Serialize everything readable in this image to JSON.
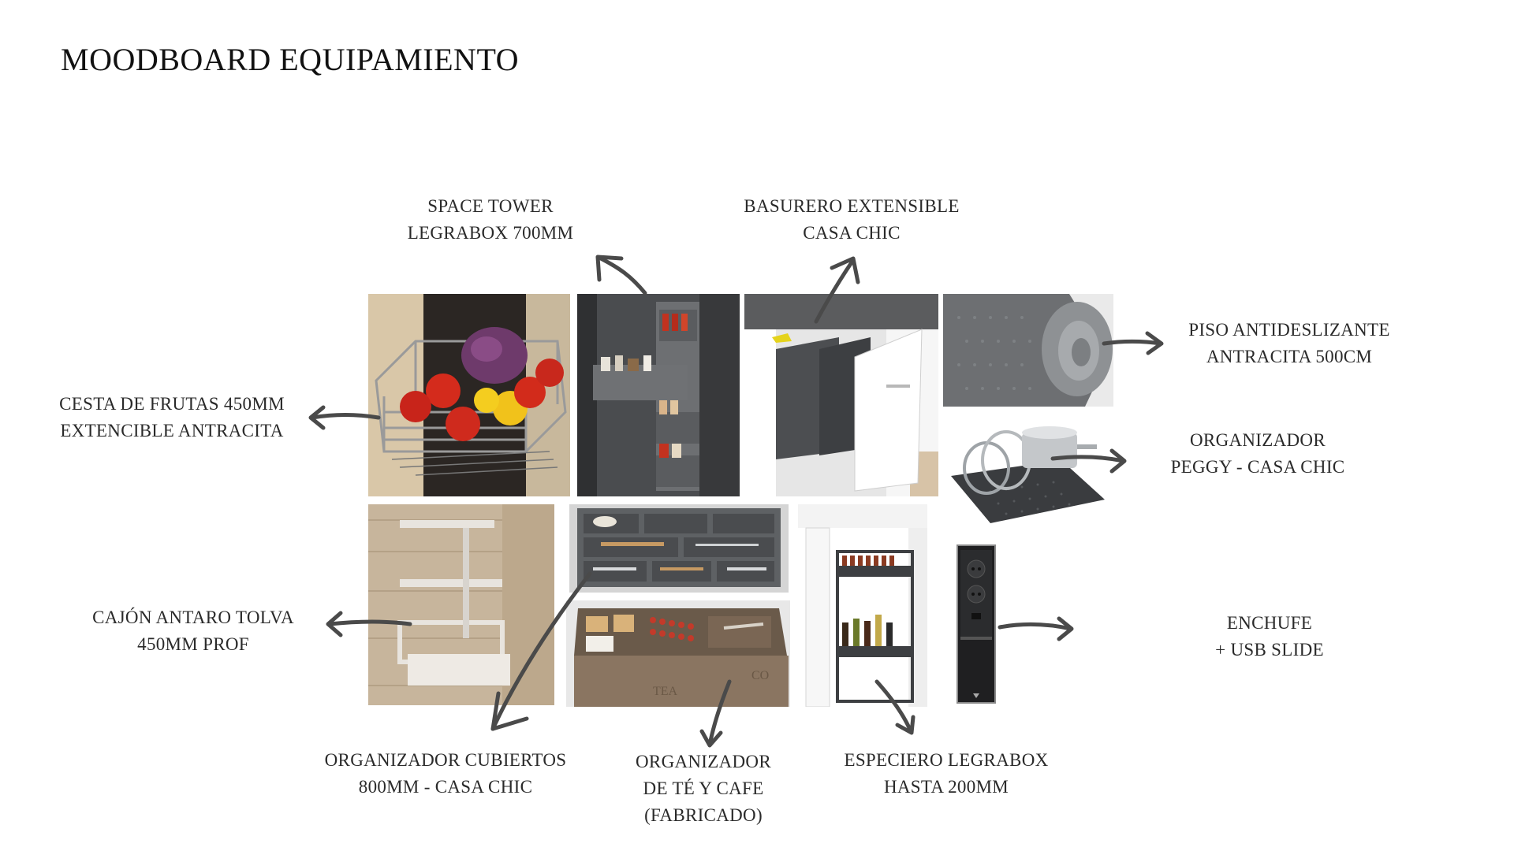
{
  "title": "MOODBOARD EQUIPAMIENTO",
  "captions": {
    "space_tower": [
      "SPACE TOWER",
      "LEGRABOX 700MM"
    ],
    "basurero": [
      "BASURERO EXTENSIBLE",
      "CASA CHIC"
    ],
    "piso": [
      "PISO ANTIDESLIZANTE",
      "ANTRACITA 500CM"
    ],
    "peggy": [
      "ORGANIZADOR",
      "PEGGY - CASA CHIC"
    ],
    "cesta": [
      "CESTA DE FRUTAS 450MM",
      "EXTENCIBLE ANTRACITA"
    ],
    "cajon": [
      "CAJÓN ANTARO TOLVA",
      "450MM PROF"
    ],
    "enchufe": [
      "ENCHUFE",
      "+ USB SLIDE"
    ],
    "cubiertos": [
      "ORGANIZADOR CUBIERTOS",
      "800MM - CASA CHIC"
    ],
    "te_cafe": [
      "ORGANIZADOR",
      "DE TÉ Y CAFE",
      "(FABRICADO)"
    ],
    "especiero": [
      "ESPECIERO LEGRABOX",
      "HASTA 200MM"
    ]
  },
  "photos": {
    "cesta": "fruit-basket-drawer-photo",
    "space_tower": "pantry-tower-photo",
    "basurero": "pull-out-bin-photo",
    "piso": "anti-slip-mat-roll-photo",
    "peggy": "pot-lid-organizer-photo",
    "cajon": "wooden-drawer-photo",
    "cubiertos": "cutlery-tray-photo",
    "te_cafe": "tea-coffee-drawer-photo",
    "especiero": "spice-rack-pullout-photo",
    "enchufe": "pop-up-socket-photo"
  },
  "colors": {
    "arrow": "#4a4a4a",
    "anthracite": "#3d3f42",
    "wood": "#c9b49a"
  }
}
